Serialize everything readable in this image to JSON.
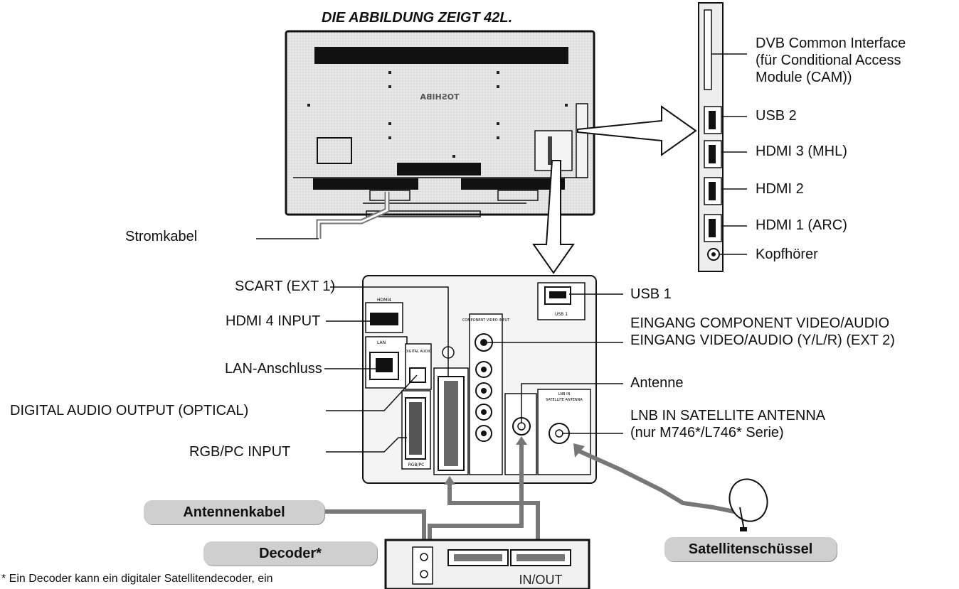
{
  "header": {
    "title": "DIE ABBILDUNG ZEIGT 42L."
  },
  "tv": {
    "brand": "TOSHIBA"
  },
  "side_panel": {
    "labels": {
      "dvb_ci": [
        "DVB Common Interface",
        "(für Conditional Access",
        "Module (CAM))"
      ],
      "usb2": "USB 2",
      "hdmi3": "HDMI 3 (MHL)",
      "hdmi2": "HDMI 2",
      "hdmi1": "HDMI 1 (ARC)",
      "headphone": "Kopfhörer"
    }
  },
  "rear_panel": {
    "left_labels": {
      "scart": "SCART (EXT 1)",
      "hdmi4": "HDMI 4 INPUT",
      "lan": "LAN-Anschluss",
      "optical": "DIGITAL AUDIO OUTPUT (OPTICAL)",
      "rgb_pc": "RGB/PC INPUT"
    },
    "right_labels": {
      "usb1": "USB 1",
      "component": [
        "EINGANG COMPONENT VIDEO/AUDIO",
        "EINGANG VIDEO/AUDIO (Y/L/R) (EXT 2)"
      ],
      "antenna": "Antenne",
      "lnb": [
        "LNB IN SATELLITE ANTENNA",
        "(nur M746*/L746* Serie)"
      ]
    },
    "port_text": {
      "hdmi4": "HDMI4",
      "lan": "LAN",
      "digital_audio": "DIGITAL AUDIO",
      "component": "COMPONENT VIDEO INPUT",
      "usb1": "USB 1",
      "rgb": "RGB/PC",
      "lnb": "SATELLITE ANTENNA",
      "lnb_top": "LNB IN"
    }
  },
  "power_cable": "Stromkabel",
  "cables": {
    "antennenkabel": "Antennenkabel",
    "decoder": "Decoder*",
    "satellite": "Satellitenschüssel",
    "inout": "IN/OUT"
  },
  "footnote": "* Ein Decoder kann ein digitaler Satellitendecoder, ein"
}
